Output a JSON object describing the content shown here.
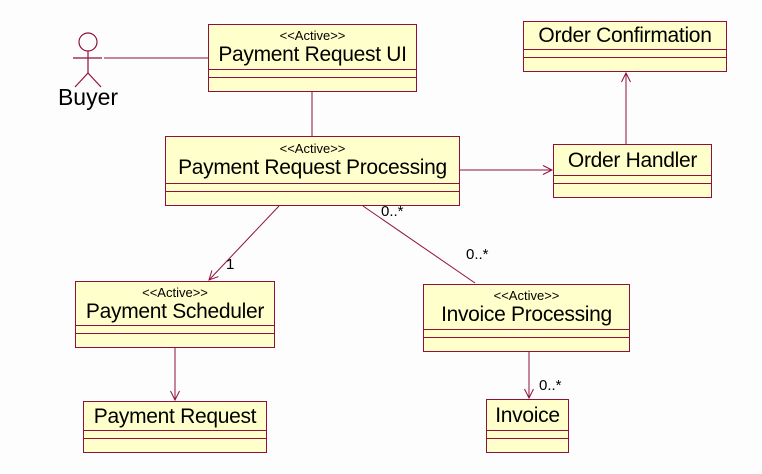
{
  "diagram": {
    "type": "uml-class-diagram",
    "colors": {
      "line": "#90103c",
      "class_fill": "#ffffcc",
      "background": "#fdfdfd",
      "text": "#000000"
    },
    "actor": {
      "name": "Buyer"
    },
    "classes": {
      "payment_request_ui": {
        "stereotype": "<<Active>>",
        "name": "Payment Request UI"
      },
      "order_confirmation": {
        "name": "Order Confirmation"
      },
      "payment_request_processing": {
        "stereotype": "<<Active>>",
        "name": "Payment Request Processing"
      },
      "order_handler": {
        "name": "Order Handler"
      },
      "payment_scheduler": {
        "stereotype": "<<Active>>",
        "name": "Payment Scheduler"
      },
      "invoice_processing": {
        "stereotype": "<<Active>>",
        "name": "Invoice Processing"
      },
      "payment_request": {
        "name": "Payment Request"
      },
      "invoice": {
        "name": "Invoice"
      }
    },
    "associations": {
      "buyer_to_payment_request_ui": {},
      "payment_request_ui_to_processing": {},
      "processing_to_order_handler": {},
      "order_handler_to_order_confirmation": {},
      "processing_to_payment_scheduler": {
        "target_multiplicity": "1"
      },
      "processing_to_invoice_processing": {
        "source_multiplicity": "0..*",
        "target_multiplicity": "0..*"
      },
      "payment_scheduler_to_payment_request": {},
      "invoice_processing_to_invoice": {
        "target_multiplicity": "0..*"
      }
    }
  }
}
